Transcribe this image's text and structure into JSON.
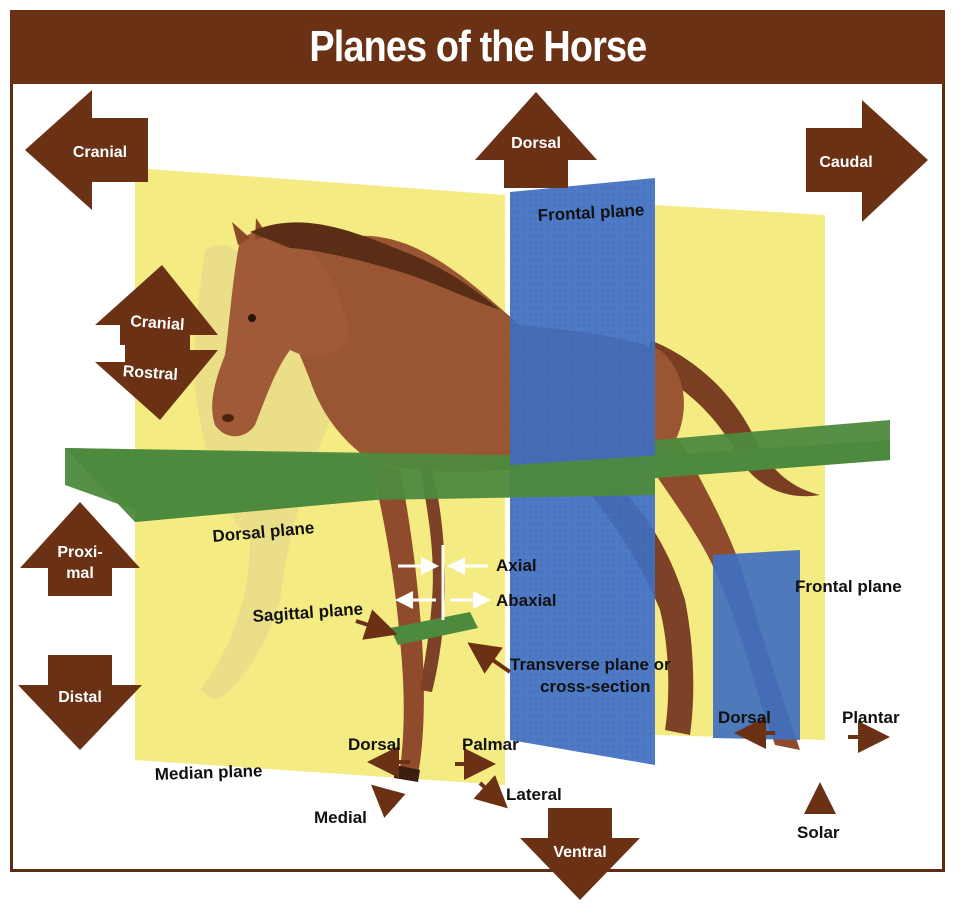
{
  "title": "Planes of the Horse",
  "colors": {
    "arrow_brown": "#6a3114",
    "median_plane_yellow": "#f3ea7c",
    "frontal_plane_blue": "#3f6fc0",
    "dorsal_plane_green": "#4d8a3e",
    "horse_brown": "#9a5533"
  },
  "direction_arrows": {
    "cranial_top": "Cranial",
    "dorsal_top": "Dorsal",
    "caudal_top": "Caudal",
    "cranial_head": "Cranial",
    "rostral_head": "Rostral",
    "proximal_line1": "Proxi-",
    "proximal_line2": "mal",
    "distal": "Distal",
    "ventral": "Ventral"
  },
  "plane_labels": {
    "frontal_upper": "Frontal plane",
    "frontal_lower": "Frontal plane",
    "dorsal_plane": "Dorsal plane",
    "sagittal_plane": "Sagittal plane",
    "transverse_line1": "Transverse plane or",
    "transverse_line2": "cross-section",
    "median_plane": "Median plane"
  },
  "limb_labels": {
    "axial": "Axial",
    "abaxial": "Abaxial",
    "dorsal_fore": "Dorsal",
    "palmar": "Palmar",
    "medial": "Medial",
    "lateral": "Lateral",
    "dorsal_hind": "Dorsal",
    "plantar": "Plantar",
    "solar": "Solar"
  }
}
